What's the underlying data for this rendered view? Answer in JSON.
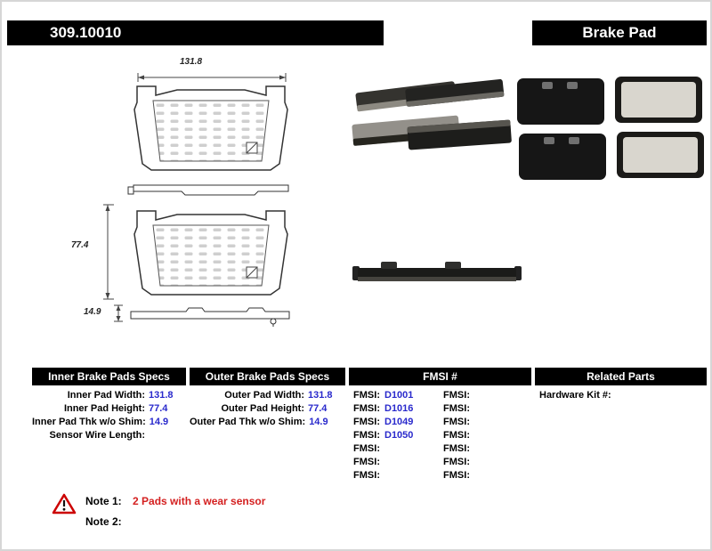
{
  "header": {
    "part_number": "309.10010",
    "product_type": "Brake Pad"
  },
  "drawing": {
    "width_dim": "131.8",
    "height_dim": "77.4",
    "thickness_dim": "14.9"
  },
  "tables": {
    "inner": {
      "title": "Inner Brake Pads Specs",
      "rows": [
        {
          "label": "Inner Pad Width:",
          "value": "131.8"
        },
        {
          "label": "Inner Pad Height:",
          "value": "77.4"
        },
        {
          "label": "Inner Pad Thk w/o Shim:",
          "value": "14.9"
        },
        {
          "label": "Sensor Wire Length:",
          "value": ""
        }
      ]
    },
    "outer": {
      "title": "Outer Brake Pads Specs",
      "rows": [
        {
          "label": "Outer Pad Width:",
          "value": "131.8"
        },
        {
          "label": "Outer Pad Height:",
          "value": "77.4"
        },
        {
          "label": "Outer Pad Thk w/o Shim:",
          "value": "14.9"
        }
      ]
    },
    "fmsi": {
      "title": "FMSI #",
      "col1": [
        {
          "label": "FMSI:",
          "value": "D1001"
        },
        {
          "label": "FMSI:",
          "value": "D1016"
        },
        {
          "label": "FMSI:",
          "value": "D1049"
        },
        {
          "label": "FMSI:",
          "value": "D1050"
        },
        {
          "label": "FMSI:",
          "value": ""
        },
        {
          "label": "FMSI:",
          "value": ""
        },
        {
          "label": "FMSI:",
          "value": ""
        }
      ],
      "col2": [
        {
          "label": "FMSI:",
          "value": ""
        },
        {
          "label": "FMSI:",
          "value": ""
        },
        {
          "label": "FMSI:",
          "value": ""
        },
        {
          "label": "FMSI:",
          "value": ""
        },
        {
          "label": "FMSI:",
          "value": ""
        },
        {
          "label": "FMSI:",
          "value": ""
        },
        {
          "label": "FMSI:",
          "value": ""
        }
      ]
    },
    "related": {
      "title": "Related Parts",
      "rows": [
        {
          "label": "Hardware Kit #:",
          "value": ""
        }
      ]
    }
  },
  "notes": {
    "note1_label": "Note 1:",
    "note1_text": "2 Pads with a wear sensor",
    "note2_label": "Note 2:",
    "note2_text": ""
  },
  "colors": {
    "header_bg": "#000000",
    "value_blue": "#2929cc",
    "note_red": "#d42020",
    "warning_red": "#cc0000"
  }
}
